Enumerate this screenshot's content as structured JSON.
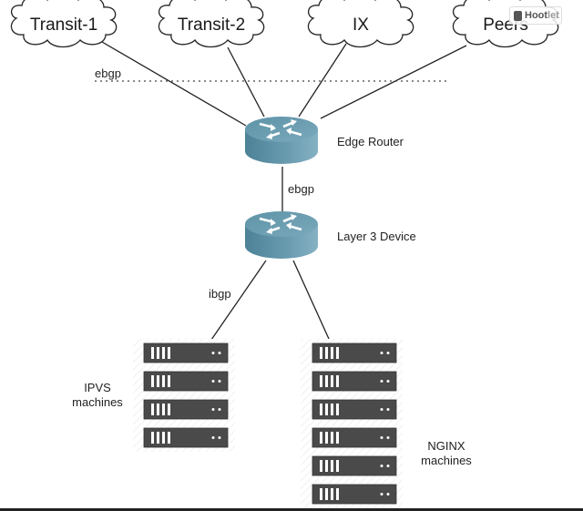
{
  "clouds": [
    {
      "id": "transit-1",
      "label": "Transit-1"
    },
    {
      "id": "transit-2",
      "label": "Transit-2"
    },
    {
      "id": "ix",
      "label": "IX"
    },
    {
      "id": "peers",
      "label": "Peers"
    }
  ],
  "edge_labels": {
    "upstream_boundary": "ebgp",
    "edge_to_l3": "ebgp",
    "l3_to_servers": "ibgp"
  },
  "nodes": {
    "edge_router": {
      "label": "Edge Router",
      "icon": "router-icon"
    },
    "layer3": {
      "label": "Layer 3 Device",
      "icon": "router-icon"
    }
  },
  "server_groups": {
    "ipvs": {
      "label_line1": "IPVS",
      "label_line2": "machines",
      "count": 4
    },
    "nginx": {
      "label_line1": "NGINX",
      "label_line2": "machines",
      "count": 6
    }
  },
  "overlay": {
    "hootlet_label_a": "Hoot",
    "hootlet_label_b": "let"
  },
  "colors": {
    "router_top": "#6a9fb2",
    "router_side": "#4f8397",
    "server_fill": "#4a4a4a",
    "line": "#222222"
  }
}
